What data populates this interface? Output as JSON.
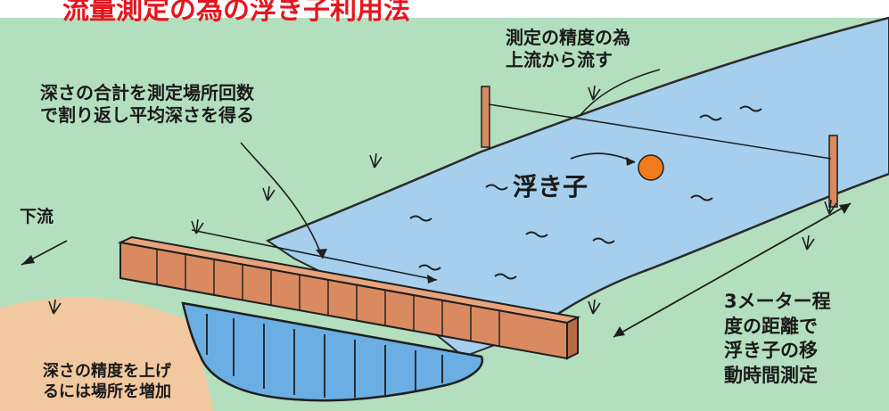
{
  "title": "流量測定の為の浮き子利用法",
  "labels": {
    "precision_line1": "測定の精度の為",
    "precision_line2": "上流から流す",
    "depth_line1": "深さの合計を測定場所回数",
    "depth_line2": "で割り返し平均深さを得る",
    "downstream": "下流",
    "float": "浮き子",
    "distance_line1": "3メーター程",
    "distance_line2": "度の距離で",
    "distance_line3": "浮き子の移",
    "distance_line4": "動時間測定",
    "accuracy_line1": "深さの精度を上げ",
    "accuracy_line2": "るには場所を増加"
  },
  "colors": {
    "grass": "#b4dfbf",
    "water": "#a6cfee",
    "water_section": "#6aaee4",
    "plank": "#d98a61",
    "soil": "#f2c8a0",
    "float": "#f07a1c",
    "title": "#e8141e"
  }
}
